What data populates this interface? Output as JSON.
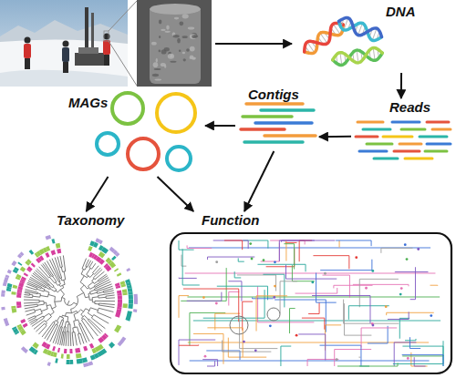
{
  "diagram": {
    "nodes": [
      {
        "text": [
          "DNA"
        ]
      },
      {
        "text": [
          "Reads"
        ]
      },
      {
        "text": [
          "Contigs"
        ]
      },
      {
        "text": [
          "MAGs"
        ]
      },
      {
        "text": [
          "Taxonomy"
        ]
      },
      {
        "text": [
          "Function"
        ]
      }
    ],
    "edges": [
      {
        "from": 0,
        "to": 1,
        "arrow": "to"
      },
      {
        "from": 1,
        "to": 2,
        "arrow": "to"
      },
      {
        "from": 2,
        "to": 3,
        "arrow": "to"
      },
      {
        "from": 3,
        "to": 4,
        "arrow": "to"
      },
      {
        "from": 3,
        "to": 5,
        "arrow": "to"
      },
      {
        "from": 2,
        "to": 5,
        "arrow": "to"
      }
    ]
  }
}
